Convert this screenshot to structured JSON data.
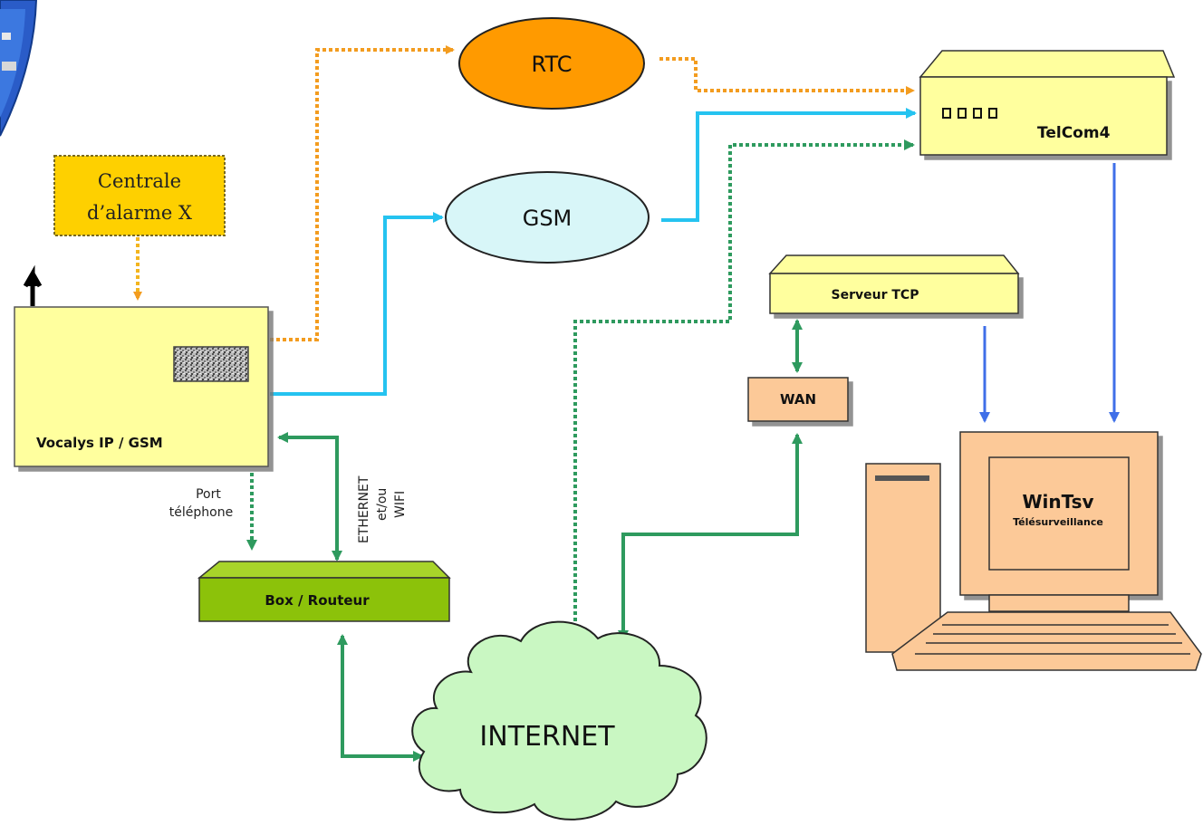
{
  "nodes": {
    "centrale": {
      "line1": "Centrale",
      "line2": "d’alarme X"
    },
    "vocalys": "Vocalys IP / GSM",
    "rtc": "RTC",
    "gsm": "GSM",
    "telcom": "TelCom4",
    "serveur": "Serveur TCP",
    "wan": "WAN",
    "box": "Box / Routeur",
    "internet": "INTERNET",
    "wintsv": "WinTsv",
    "wintsv_sub": "Télésurveillance"
  },
  "labels": {
    "port_line1": "Port",
    "port_line2": "téléphone",
    "eth_line1": "ETHERNET",
    "eth_line2": "et/ou",
    "eth_line3": "WIFI"
  },
  "colors": {
    "orange_link": "#f39c1f",
    "cyan_link": "#25c3f0",
    "green_link": "#2e9a5e",
    "blue_link": "#3f6fe8",
    "box_yellow": "#ffff9e",
    "box_green": "#8cc20a",
    "rtc_fill": "#ff9a00",
    "gsm_fill": "#d8f6f8",
    "cloud_fill": "#c9f7c2",
    "pc_fill": "#fcc998"
  }
}
